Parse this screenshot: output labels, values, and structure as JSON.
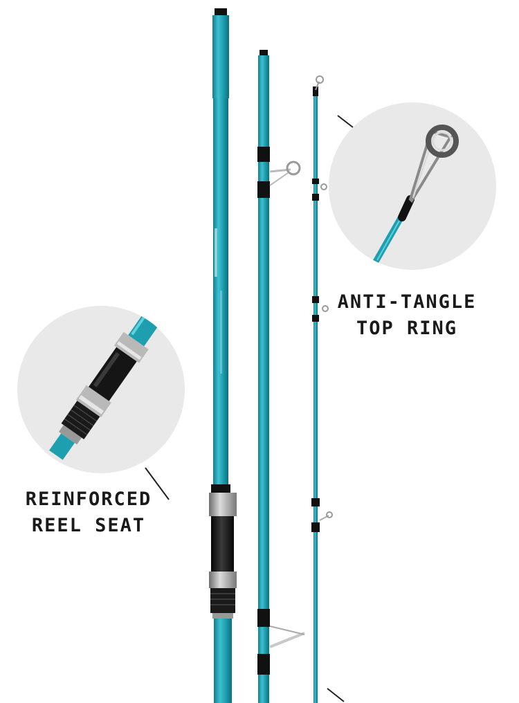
{
  "callouts": {
    "top_ring": {
      "line1": "ANTI-TANGLE",
      "line2": "TOP RING"
    },
    "reel_seat": {
      "line1": "REINFORCED",
      "line2": "REEL SEAT"
    }
  },
  "colors": {
    "rod_blue": "#1d9fb0",
    "rod_blue_dark": "#137d8c",
    "rod_blue_light": "#3fc0cf",
    "guide_black": "#151515",
    "metal": "#b9b9b9",
    "circle_bg": "#e9e9e9",
    "label_text": "#1a1a1a"
  },
  "icons": [
    "fishing-rod-butt-section",
    "fishing-rod-middle-section",
    "fishing-rod-tip-section",
    "line-guide-icon",
    "reel-seat-icon",
    "top-ring-icon"
  ]
}
